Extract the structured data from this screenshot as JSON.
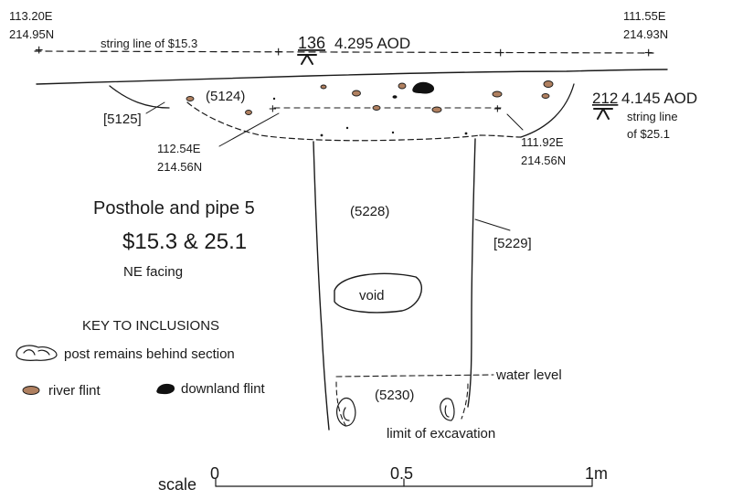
{
  "coords": {
    "top_left": {
      "e": "113.20E",
      "n": "214.95N"
    },
    "top_right": {
      "e": "111.55E",
      "n": "214.93N"
    },
    "mid_left": {
      "e": "112.54E",
      "n": "214.56N"
    },
    "mid_right": {
      "e": "111.92E",
      "n": "214.56N"
    }
  },
  "string_line_top": "string line of $15.3",
  "datum_top": {
    "number": "136",
    "value": "4.295 AOD"
  },
  "datum_right": {
    "number": "212",
    "value": "4.145 AOD",
    "note1": "string line",
    "note2": "of $25.1"
  },
  "contexts": {
    "fill_upper": "(5124)",
    "cut_upper": "[5125]",
    "fill_pipe": "(5228)",
    "cut_pipe": "[5229]",
    "fill_base": "(5230)",
    "void": "void"
  },
  "title": {
    "line1": "Posthole and pipe 5",
    "line2": "$15.3 & 25.1",
    "line3": "NE facing"
  },
  "key": {
    "heading": "KEY TO INCLUSIONS",
    "post": "post remains behind section",
    "river": "river flint",
    "downland": "downland flint"
  },
  "labels": {
    "water": "water level",
    "limit": "limit of excavation"
  },
  "scale": {
    "label": "scale",
    "ticks": [
      "0",
      "0.5",
      "1m"
    ]
  },
  "colors": {
    "ink": "#1a1a1a",
    "river_flint": "#b08060",
    "downland_flint": "#111111"
  }
}
